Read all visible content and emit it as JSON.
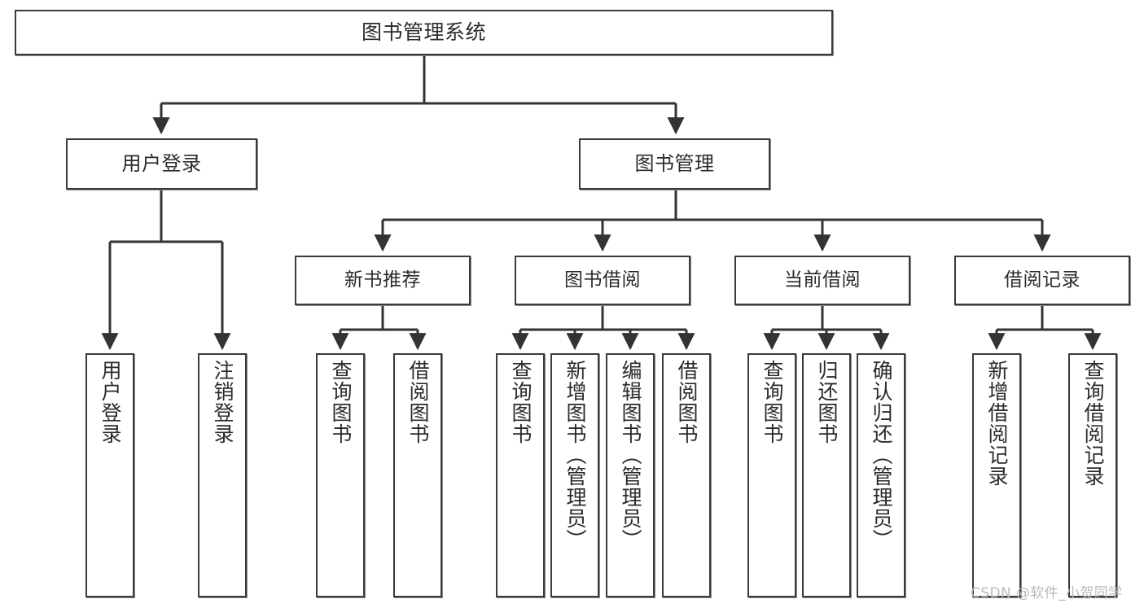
{
  "diagram": {
    "title": "图书管理系统",
    "type": "功能结构图",
    "watermark": "CSDN @软件_小贺同学",
    "colors": {
      "box_border": "#3a3a3a",
      "box_fill": "#ffffff",
      "edge": "#333333",
      "text": "#2b2b2b",
      "watermark": "#b9b9b9"
    },
    "root": {
      "label": "图书管理系统"
    },
    "level2": [
      {
        "label": "用户登录"
      },
      {
        "label": "图书管理"
      }
    ],
    "level3": [
      {
        "label": "新书推荐"
      },
      {
        "label": "图书借阅"
      },
      {
        "label": "当前借阅"
      },
      {
        "label": "借阅记录"
      }
    ],
    "leaves": {
      "user_login": [
        {
          "label": "用户登录"
        },
        {
          "label": "注销登录"
        }
      ],
      "new_book": [
        {
          "label": "查询图书"
        },
        {
          "label": "借阅图书"
        }
      ],
      "book_borrow": [
        {
          "label": "查询图书"
        },
        {
          "label": "新增图书（管理员）"
        },
        {
          "label": "编辑图书（管理员）"
        },
        {
          "label": "借阅图书"
        }
      ],
      "current_borrow": [
        {
          "label": "查询图书"
        },
        {
          "label": "归还图书"
        },
        {
          "label": "确认归还（管理员）"
        }
      ],
      "borrow_record": [
        {
          "label": "新增借阅记录"
        },
        {
          "label": "查询借阅记录"
        }
      ]
    }
  }
}
